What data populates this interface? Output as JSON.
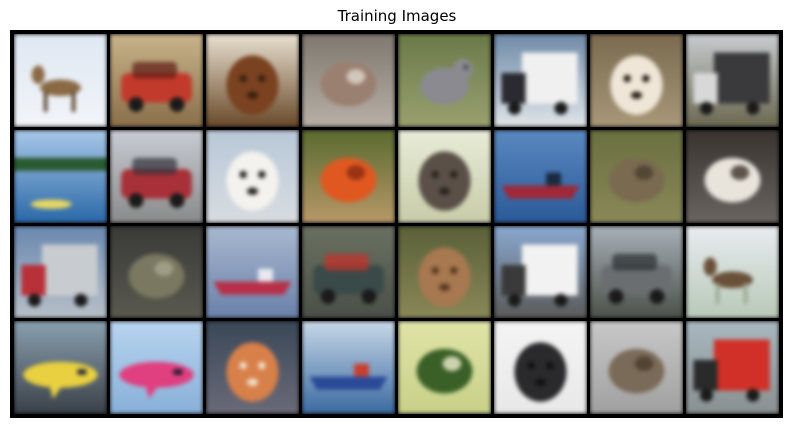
{
  "title": "Training Images",
  "grid": {
    "rows": 4,
    "cols": 8,
    "tiles": [
      {
        "name": "deer",
        "label": "deer",
        "bg": [
          "#dfe8f2",
          "#f2f4f8"
        ],
        "fg": "#8a6a45",
        "fg2": "#5b4330",
        "shape": "quadruped"
      },
      {
        "name": "red-car",
        "label": "automobile",
        "bg": [
          "#c8b48a",
          "#8a6f4a"
        ],
        "fg": "#c23a2c",
        "fg2": "#5e1a12",
        "shape": "car"
      },
      {
        "name": "horse-head",
        "label": "horse",
        "bg": [
          "#e8e0d0",
          "#6a4a2a"
        ],
        "fg": "#7a4220",
        "fg2": "#3a2010",
        "shape": "head"
      },
      {
        "name": "cat-on-rocks",
        "label": "cat",
        "bg": [
          "#7f7870",
          "#b8b0a6"
        ],
        "fg": "#9a8070",
        "fg2": "#e0d8d0",
        "shape": "animal"
      },
      {
        "name": "bird",
        "label": "bird",
        "bg": [
          "#6a7a48",
          "#9aa070"
        ],
        "fg": "#8a8a90",
        "fg2": "#3a3a40",
        "shape": "bird"
      },
      {
        "name": "white-truck",
        "label": "truck",
        "bg": [
          "#6f8aa8",
          "#dfe4e8"
        ],
        "fg": "#f0f0f0",
        "fg2": "#2a2a30",
        "shape": "truck"
      },
      {
        "name": "puppy",
        "label": "dog",
        "bg": [
          "#7a6a50",
          "#a89878"
        ],
        "fg": "#efe6d8",
        "fg2": "#2a2018",
        "shape": "head"
      },
      {
        "name": "dark-truck",
        "label": "truck",
        "bg": [
          "#c8ccd0",
          "#6a6850"
        ],
        "fg": "#3a3a3c",
        "fg2": "#d8d8d8",
        "shape": "truck"
      },
      {
        "name": "boat-on-lake",
        "label": "ship",
        "bg": [
          "#a8c8e8",
          "#2a68a8"
        ],
        "fg": "#e8d860",
        "fg2": "#2a5a30",
        "shape": "boat"
      },
      {
        "name": "jeep",
        "label": "automobile",
        "bg": [
          "#c8ccd4",
          "#8a8a8a"
        ],
        "fg": "#a83038",
        "fg2": "#30303a",
        "shape": "car"
      },
      {
        "name": "white-dog",
        "label": "dog",
        "bg": [
          "#b8c8d8",
          "#d8dce0"
        ],
        "fg": "#f4f2ee",
        "fg2": "#2a2420",
        "shape": "head"
      },
      {
        "name": "orange-frog",
        "label": "frog",
        "bg": [
          "#5a6a30",
          "#b89868"
        ],
        "fg": "#e05820",
        "fg2": "#8a2a10",
        "shape": "animal"
      },
      {
        "name": "horse-closeup",
        "label": "horse",
        "bg": [
          "#e8ecd8",
          "#c8cca8"
        ],
        "fg": "#5a5048",
        "fg2": "#2a2420",
        "shape": "head"
      },
      {
        "name": "cargo-ship",
        "label": "ship",
        "bg": [
          "#5a88c0",
          "#2a5a98"
        ],
        "fg": "#a02838",
        "fg2": "#1a2a40",
        "shape": "ship"
      },
      {
        "name": "frog-in-grass",
        "label": "frog",
        "bg": [
          "#6a7040",
          "#8a8858"
        ],
        "fg": "#7a6a50",
        "fg2": "#4a4030",
        "shape": "animal"
      },
      {
        "name": "curled-animal",
        "label": "bird",
        "bg": [
          "#3a3430",
          "#6a6460"
        ],
        "fg": "#e8e4dc",
        "fg2": "#3a3028",
        "shape": "animal"
      },
      {
        "name": "truck-front",
        "label": "truck",
        "bg": [
          "#6a88b0",
          "#b8c0c8"
        ],
        "fg": "#c8ccd0",
        "fg2": "#b83038",
        "shape": "truck"
      },
      {
        "name": "toad",
        "label": "frog",
        "bg": [
          "#3a3a38",
          "#5a5a50"
        ],
        "fg": "#7a7860",
        "fg2": "#a8a890",
        "shape": "animal"
      },
      {
        "name": "red-ship",
        "label": "ship",
        "bg": [
          "#a8b8d0",
          "#6a80a8"
        ],
        "fg": "#b83048",
        "fg2": "#e8e8f0",
        "shape": "ship"
      },
      {
        "name": "sedan",
        "label": "automobile",
        "bg": [
          "#6a7060",
          "#4a5048"
        ],
        "fg": "#3a4a48",
        "fg2": "#c8302a",
        "shape": "car"
      },
      {
        "name": "deer-head",
        "label": "deer",
        "bg": [
          "#5a6038",
          "#8a8858"
        ],
        "fg": "#a87850",
        "fg2": "#5a3a20",
        "shape": "head"
      },
      {
        "name": "box-truck",
        "label": "truck",
        "bg": [
          "#8aa8d0",
          "#5a5a58"
        ],
        "fg": "#f2f2f2",
        "fg2": "#3a3a3a",
        "shape": "truck"
      },
      {
        "name": "road-truck",
        "label": "truck",
        "bg": [
          "#a8b0b8",
          "#4a5048"
        ],
        "fg": "#6a6e70",
        "fg2": "#2a2e30",
        "shape": "car"
      },
      {
        "name": "deer-in-snow",
        "label": "deer",
        "bg": [
          "#e8ecf0",
          "#b8c8b8"
        ],
        "fg": "#6a5038",
        "fg2": "#9aa890",
        "shape": "quadruped"
      },
      {
        "name": "small-plane",
        "label": "airplane",
        "bg": [
          "#8aa0b0",
          "#3a4048"
        ],
        "fg": "#e8d040",
        "fg2": "#20283a",
        "shape": "plane"
      },
      {
        "name": "pink-plane",
        "label": "airplane",
        "bg": [
          "#b8d4f0",
          "#88b0d8"
        ],
        "fg": "#e04080",
        "fg2": "#1a1a30",
        "shape": "plane"
      },
      {
        "name": "pomeranian",
        "label": "dog",
        "bg": [
          "#3a4858",
          "#6a6a78"
        ],
        "fg": "#d8804a",
        "fg2": "#f0e0c8",
        "shape": "head"
      },
      {
        "name": "speed-boat",
        "label": "ship",
        "bg": [
          "#c8d8e8",
          "#3a6aa0"
        ],
        "fg": "#2a4a98",
        "fg2": "#c84030",
        "shape": "ship"
      },
      {
        "name": "blurry-frog",
        "label": "frog",
        "bg": [
          "#e0e4a8",
          "#c8d088"
        ],
        "fg": "#3a6028",
        "fg2": "#f0f0d0",
        "shape": "animal"
      },
      {
        "name": "black-cat",
        "label": "cat",
        "bg": [
          "#f4f4f4",
          "#e8e8e8"
        ],
        "fg": "#2a2a2c",
        "fg2": "#101012",
        "shape": "head"
      },
      {
        "name": "sitting-cat",
        "label": "cat",
        "bg": [
          "#c8c8c8",
          "#a0a0a0"
        ],
        "fg": "#7a6a58",
        "fg2": "#4a3a2a",
        "shape": "animal"
      },
      {
        "name": "fire-truck",
        "label": "truck",
        "bg": [
          "#a8b8c0",
          "#8a9090"
        ],
        "fg": "#d03028",
        "fg2": "#2a2a2a",
        "shape": "truck"
      }
    ]
  }
}
